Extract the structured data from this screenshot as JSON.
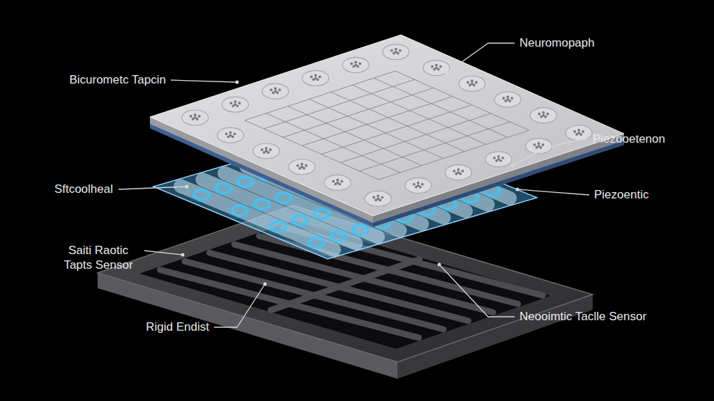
{
  "diagram": {
    "labels": [
      "Neuromopaph",
      "Bicurometc Tapcin",
      "Piezooetenon",
      "Sftcoolheal",
      "Piezoentic",
      "Saiti Raotic Tapts Sensor",
      "Rigid Endist",
      "Neooimtic Taclle Sensor"
    ]
  }
}
